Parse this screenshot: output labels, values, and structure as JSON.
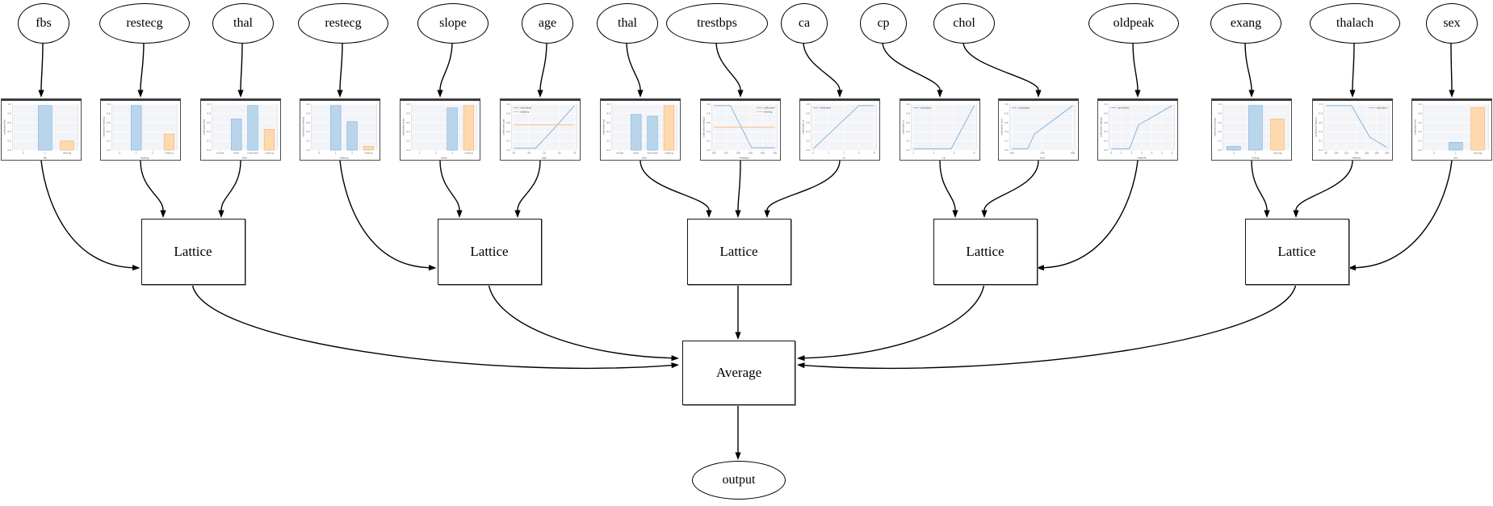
{
  "diagram": {
    "average_label": "Average",
    "output_label": "output",
    "lattice_label": "Lattice",
    "features": [
      "fbs",
      "restecg",
      "thal",
      "restecg",
      "slope",
      "age",
      "thal",
      "trestbps",
      "ca",
      "cp",
      "chol",
      "oldpeak",
      "exang",
      "thalach",
      "sex"
    ],
    "groups": [
      [
        0,
        1,
        2
      ],
      [
        3,
        4,
        5
      ],
      [
        6,
        7,
        8
      ],
      [
        9,
        10,
        11
      ],
      [
        12,
        13,
        14
      ]
    ],
    "legend_labels": {
      "calibrated": "calibrated",
      "missing": "missing"
    }
  },
  "colors": {
    "edge": "#000000",
    "bar_blue_fill": "#b9d5ec",
    "bar_blue_edge": "#6aa3d8",
    "bar_orange_fill": "#fed9ae",
    "bar_orange_edge": "#f4a45a",
    "line_blue": "#7db4e0",
    "line_orange": "#fdbd80",
    "plot_bg": "#f3f4f8",
    "grid": "#ffffff",
    "plot_frame": "#cfd3dd",
    "tick_text": "#555555"
  },
  "chart_data": [
    {
      "type": "bar",
      "title": "fbs",
      "ylabel": "calibrated fbs",
      "xlabel": "fbs",
      "categories": [
        "0",
        "1",
        "missing"
      ],
      "values": [
        0,
        0.97,
        0.2
      ],
      "colors": [
        "blue",
        "blue",
        "orange"
      ],
      "yticks": [
        "0.0",
        "0.2",
        "0.4",
        "0.6",
        "0.8",
        "1.0"
      ],
      "ylim": [
        0,
        1
      ],
      "grid": true
    },
    {
      "type": "bar",
      "title": "restecg",
      "ylabel": "calibrated restecg",
      "xlabel": "restecg",
      "categories": [
        "0",
        "1",
        "2",
        "missing"
      ],
      "values": [
        0,
        0.97,
        0,
        0.35
      ],
      "colors": [
        "blue",
        "blue",
        "blue",
        "orange"
      ],
      "yticks": [
        "0.0",
        "0.2",
        "0.4",
        "0.6",
        "0.8",
        "1.0"
      ],
      "ylim": [
        0,
        1
      ],
      "grid": true
    },
    {
      "type": "bar",
      "title": "thal",
      "ylabel": "calibrated thal",
      "xlabel": "thal",
      "categories": [
        "normal",
        "fixed",
        "reversible",
        "missing"
      ],
      "values": [
        0,
        0.68,
        0.97,
        0.45
      ],
      "colors": [
        "blue",
        "blue",
        "blue",
        "orange"
      ],
      "yticks": [
        "0.0",
        "0.2",
        "0.4",
        "0.6",
        "0.8",
        "1.0"
      ],
      "ylim": [
        0,
        1
      ],
      "grid": true
    },
    {
      "type": "bar",
      "title": "restecg",
      "ylabel": "calibrated restecg",
      "xlabel": "restecg",
      "categories": [
        "0",
        "1",
        "2",
        "missing"
      ],
      "values": [
        0,
        0.97,
        0.62,
        0.08
      ],
      "colors": [
        "blue",
        "blue",
        "blue",
        "orange"
      ],
      "yticks": [
        "0.0",
        "0.2",
        "0.4",
        "0.6",
        "0.8",
        "1.0"
      ],
      "ylim": [
        0,
        1
      ],
      "grid": true
    },
    {
      "type": "bar",
      "title": "slope",
      "ylabel": "calibrated slope",
      "xlabel": "slope",
      "categories": [
        "1",
        "2",
        "3",
        "missing"
      ],
      "values": [
        0,
        0,
        0.92,
        0.97
      ],
      "colors": [
        "blue",
        "blue",
        "blue",
        "orange"
      ],
      "yticks": [
        "0.0",
        "0.2",
        "0.4",
        "0.6",
        "0.8",
        "1.0"
      ],
      "ylim": [
        0,
        1
      ],
      "grid": true
    },
    {
      "type": "line",
      "title": "age",
      "ylabel": "calibrated age",
      "xlabel": "age",
      "xticks": [
        "30",
        "40",
        "50",
        "60",
        "70"
      ],
      "yticks": [
        "0.0",
        "0.2",
        "0.4",
        "0.6",
        "0.8",
        "1.0"
      ],
      "ylim": [
        0,
        1
      ],
      "grid": true,
      "legend_pos": "nw",
      "series": [
        {
          "name": "calibrated",
          "color": "blue",
          "points": [
            [
              0,
              0.04
            ],
            [
              0.36,
              0.04
            ],
            [
              0.6,
              0.38
            ],
            [
              1,
              0.97
            ]
          ]
        },
        {
          "name": "missing",
          "color": "orange",
          "points": [
            [
              0,
              0.55
            ],
            [
              1,
              0.55
            ]
          ]
        }
      ]
    },
    {
      "type": "bar",
      "title": "thal",
      "ylabel": "calibrated thal",
      "xlabel": "thal",
      "categories": [
        "normal",
        "fixed",
        "reversible",
        "missing"
      ],
      "values": [
        0,
        0.78,
        0.74,
        0.97
      ],
      "colors": [
        "blue",
        "blue",
        "blue",
        "orange"
      ],
      "yticks": [
        "0.0",
        "0.2",
        "0.4",
        "0.6",
        "0.8",
        "1.0"
      ],
      "ylim": [
        0,
        1
      ],
      "grid": true
    },
    {
      "type": "line",
      "title": "trestbps",
      "ylabel": "calibrated trestbps",
      "xlabel": "trestbps",
      "xticks": [
        "100",
        "120",
        "140",
        "160",
        "180",
        "200"
      ],
      "yticks": [
        "0.0",
        "0.2",
        "0.4",
        "0.6",
        "0.8",
        "1.0"
      ],
      "ylim": [
        0,
        1
      ],
      "grid": true,
      "legend_pos": "ne",
      "series": [
        {
          "name": "calibrated",
          "color": "blue",
          "points": [
            [
              0,
              0.97
            ],
            [
              0.27,
              0.97
            ],
            [
              0.62,
              0.05
            ],
            [
              1,
              0.05
            ]
          ]
        },
        {
          "name": "missing",
          "color": "orange",
          "points": [
            [
              0,
              0.5
            ],
            [
              1,
              0.5
            ]
          ]
        }
      ]
    },
    {
      "type": "line",
      "title": "ca",
      "ylabel": "calibrated ca",
      "xlabel": "ca",
      "xticks": [
        "0",
        "1",
        "2",
        "3",
        "4"
      ],
      "yticks": [
        "0.0",
        "0.2",
        "0.4",
        "0.6",
        "0.8",
        "1.0"
      ],
      "ylim": [
        0,
        1
      ],
      "grid": true,
      "legend_pos": "nw",
      "series": [
        {
          "name": "calibrated",
          "color": "blue",
          "points": [
            [
              0,
              0.03
            ],
            [
              0.75,
              0.97
            ],
            [
              1,
              0.97
            ]
          ]
        }
      ]
    },
    {
      "type": "line",
      "title": "cp",
      "ylabel": "calibrated cp",
      "xlabel": "cp",
      "xticks": [
        "1",
        "2",
        "3",
        "4"
      ],
      "yticks": [
        "0.0",
        "0.2",
        "0.4",
        "0.6",
        "0.8",
        "1.0"
      ],
      "ylim": [
        0,
        1
      ],
      "grid": true,
      "legend_pos": "nw",
      "series": [
        {
          "name": "calibrated",
          "color": "blue",
          "points": [
            [
              0,
              0.03
            ],
            [
              0.62,
              0.03
            ],
            [
              1,
              0.97
            ]
          ]
        }
      ]
    },
    {
      "type": "line",
      "title": "chol",
      "ylabel": "calibrated chol",
      "xlabel": "chol",
      "xticks": [
        "200",
        "300",
        "400"
      ],
      "yticks": [
        "0.0",
        "0.2",
        "0.4",
        "0.6",
        "0.8",
        "1.0"
      ],
      "ylim": [
        0,
        1
      ],
      "grid": true,
      "legend_pos": "nw",
      "series": [
        {
          "name": "calibrated",
          "color": "blue",
          "points": [
            [
              0,
              0.03
            ],
            [
              0.26,
              0.03
            ],
            [
              0.37,
              0.35
            ],
            [
              1,
              0.97
            ]
          ]
        }
      ]
    },
    {
      "type": "line",
      "title": "oldpeak",
      "ylabel": "calibrated oldpeak",
      "xlabel": "oldpeak",
      "xticks": [
        "0",
        "1",
        "2",
        "3",
        "4",
        "5",
        "6"
      ],
      "yticks": [
        "0.0",
        "0.2",
        "0.4",
        "0.6",
        "0.8",
        "1.0"
      ],
      "ylim": [
        0,
        1
      ],
      "grid": true,
      "legend_pos": "nw",
      "series": [
        {
          "name": "calibrated",
          "color": "blue",
          "points": [
            [
              0,
              0.03
            ],
            [
              0.3,
              0.03
            ],
            [
              0.45,
              0.55
            ],
            [
              1,
              0.97
            ]
          ]
        }
      ]
    },
    {
      "type": "bar",
      "title": "exang",
      "ylabel": "calibrated exang",
      "xlabel": "exang",
      "categories": [
        "0",
        "1",
        "missing"
      ],
      "values": [
        0.08,
        0.97,
        0.68
      ],
      "colors": [
        "blue",
        "blue",
        "orange"
      ],
      "yticks": [
        "0.0",
        "0.2",
        "0.4",
        "0.6",
        "0.8",
        "1.0"
      ],
      "ylim": [
        0,
        1
      ],
      "grid": true
    },
    {
      "type": "line",
      "title": "thalach",
      "ylabel": "calibrated thalach",
      "xlabel": "thalach",
      "xticks": [
        "80",
        "100",
        "120",
        "140",
        "160",
        "180",
        "200"
      ],
      "yticks": [
        "0.0",
        "0.2",
        "0.4",
        "0.6",
        "0.8",
        "1.0"
      ],
      "ylim": [
        0,
        1
      ],
      "grid": true,
      "legend_pos": "ne",
      "series": [
        {
          "name": "calibrated",
          "color": "blue",
          "points": [
            [
              0,
              0.97
            ],
            [
              0.42,
              0.97
            ],
            [
              0.72,
              0.28
            ],
            [
              1,
              0.06
            ]
          ]
        }
      ]
    },
    {
      "type": "bar",
      "title": "sex",
      "ylabel": "calibrated sex",
      "xlabel": "sex",
      "categories": [
        "0",
        "1",
        "missing"
      ],
      "values": [
        0,
        0.17,
        0.93
      ],
      "colors": [
        "blue",
        "blue",
        "orange"
      ],
      "yticks": [
        "0.0",
        "0.2",
        "0.4",
        "0.6",
        "0.8",
        "1.0"
      ],
      "ylim": [
        0,
        1
      ],
      "grid": true
    }
  ]
}
